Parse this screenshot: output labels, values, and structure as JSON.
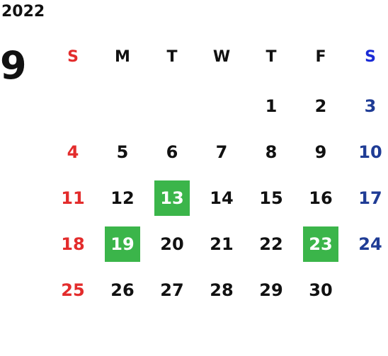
{
  "year": "2022",
  "month": "9",
  "weekdays": [
    {
      "label": "S",
      "kind": "sun"
    },
    {
      "label": "M",
      "kind": "normal"
    },
    {
      "label": "T",
      "kind": "normal"
    },
    {
      "label": "W",
      "kind": "normal"
    },
    {
      "label": "T",
      "kind": "normal"
    },
    {
      "label": "F",
      "kind": "normal"
    },
    {
      "label": "S",
      "kind": "sat"
    }
  ],
  "weeks": [
    [
      null,
      null,
      null,
      null,
      "1",
      "2",
      "3"
    ],
    [
      "4",
      "5",
      "6",
      "7",
      "8",
      "9",
      "10"
    ],
    [
      "11",
      "12",
      "13",
      "14",
      "15",
      "16",
      "17"
    ],
    [
      "18",
      "19",
      "20",
      "21",
      "22",
      "23",
      "24"
    ],
    [
      "25",
      "26",
      "27",
      "28",
      "29",
      "30",
      null
    ]
  ],
  "highlighted_days": [
    "13",
    "19",
    "23"
  ],
  "colors": {
    "sunday": "#e32c2c",
    "saturday": "#1f3c95",
    "saturday_header": "#1a2bd6",
    "highlight": "#3bb54a",
    "text": "#111111"
  }
}
